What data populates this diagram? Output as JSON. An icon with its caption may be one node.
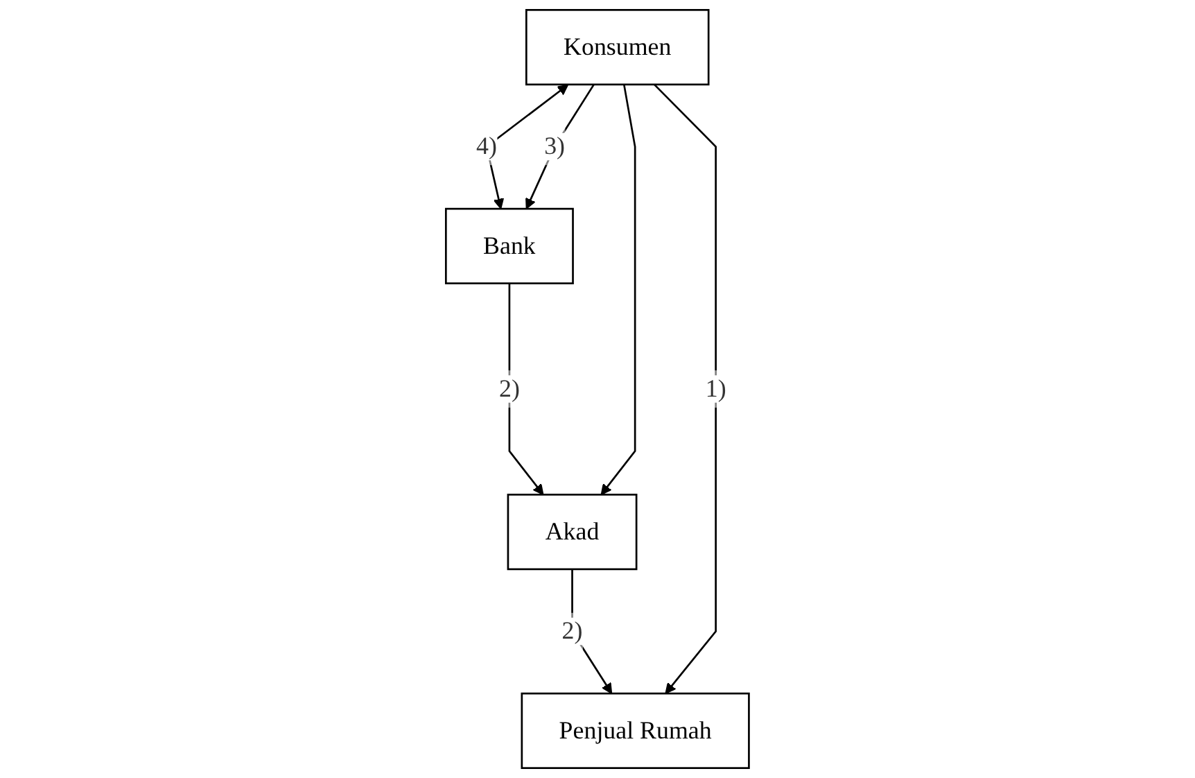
{
  "diagram": {
    "nodes": [
      {
        "text": [
          "Bank"
        ]
      },
      {
        "text": [
          "Konsumen"
        ]
      },
      {
        "text": [
          "Akad"
        ]
      },
      {
        "text": [
          "Penjual Rumah"
        ]
      }
    ],
    "edges": [
      {
        "from": 1,
        "to": 0,
        "arrow": "both",
        "label": "4)"
      },
      {
        "from": 1,
        "to": 0,
        "arrow": "to",
        "label": "3)"
      },
      {
        "from": 0,
        "to": 2,
        "arrow": "to",
        "label": "2)"
      },
      {
        "from": 1,
        "to": 2,
        "arrow": "to"
      },
      {
        "from": 2,
        "to": 3,
        "arrow": "to",
        "label": "2)"
      },
      {
        "from": 1,
        "to": 3,
        "arrow": "to",
        "label": "1)"
      }
    ]
  }
}
